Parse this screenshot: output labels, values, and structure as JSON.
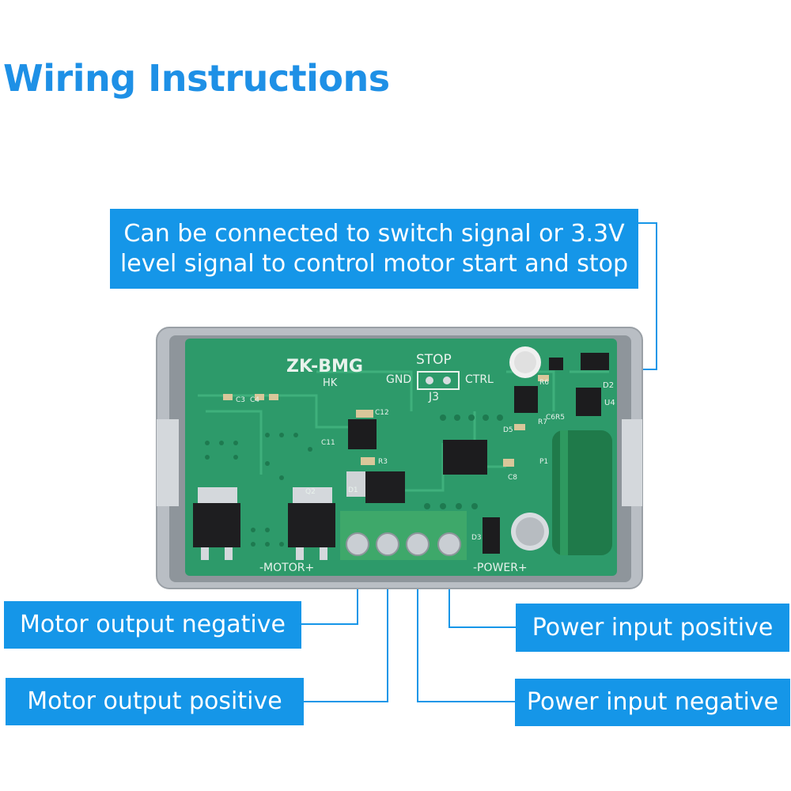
{
  "title": "Wiring Instructions",
  "callouts": {
    "control_line1": "Can be connected to switch signal or 3.3V",
    "control_line2": "level signal to control motor start and stop",
    "motor_negative": "Motor output negative",
    "motor_positive": "Motor output positive",
    "power_positive": "Power input positive",
    "power_negative": "Power input negative"
  },
  "board": {
    "model": "ZK-BMG",
    "sub": "HK",
    "stop": "STOP",
    "gnd": "GND",
    "ctrl": "CTRL",
    "j3": "J3",
    "motor": "-MOTOR+",
    "power": "-POWER+",
    "c3": "C3",
    "c4": "C4",
    "c12": "C12",
    "c11": "C11",
    "r3": "R3",
    "d1": "D1",
    "q2": "Q2",
    "d3": "D3",
    "d5": "D5",
    "p1": "P1",
    "c8": "C8",
    "r6": "R6",
    "r7": "R7",
    "d2": "D2",
    "u4": "U4",
    "c6r5": "C6R5"
  },
  "colors": {
    "accent": "#1596e8",
    "title": "#1e90e6",
    "pcb": "#2d9a6a",
    "terminal": "#3ea86a",
    "case": "#b9bec4"
  }
}
